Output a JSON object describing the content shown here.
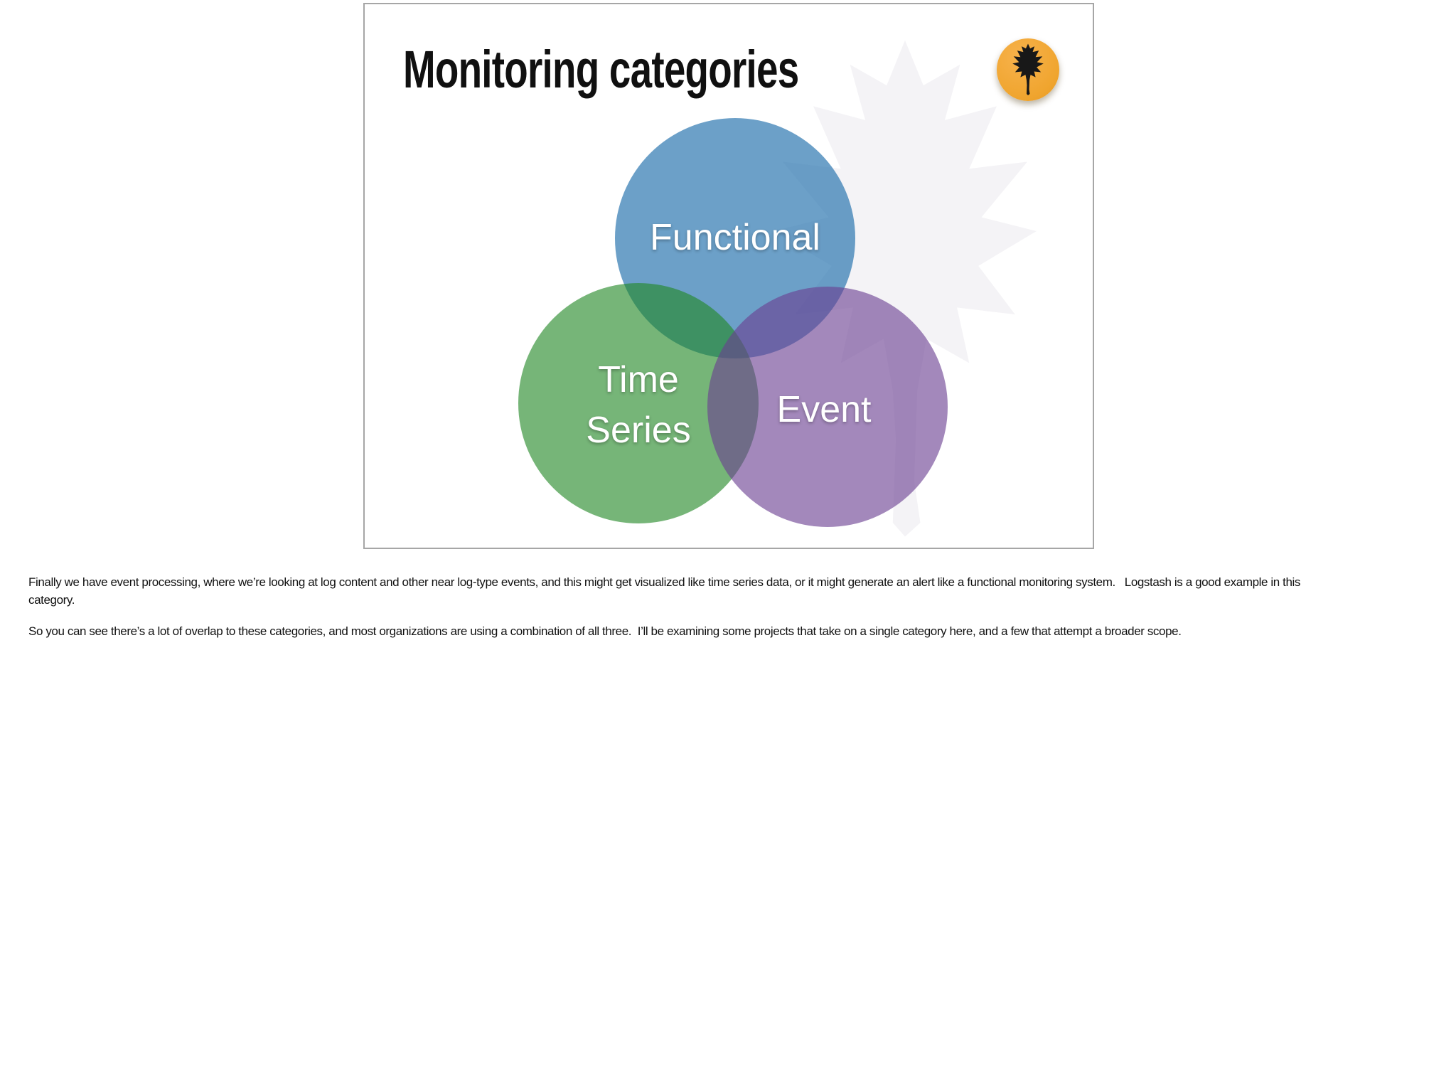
{
  "slide": {
    "title": "Monitoring categories",
    "venn": {
      "circles": [
        {
          "label": "Functional",
          "appearance_color": "#6CA0C8",
          "fill_rgba": "rgba(18,102,166,0.62)"
        },
        {
          "label": "Time Series",
          "lines": [
            "Time",
            "Series"
          ],
          "appearance_color": "#76B577",
          "fill_rgba": "rgba(34,136,37,0.62)"
        },
        {
          "label": "Event",
          "appearance_color": "#A288BB",
          "fill_rgba": "rgba(107,63,145,0.62)"
        }
      ],
      "overlap_colors": {
        "functional_time_series": "#3E9163",
        "functional_event": "#6B64A6",
        "time_series_event": "#6F6A8C"
      }
    },
    "badge": {
      "background_color": "#F2A93B",
      "glyph": "oak-leaf",
      "glyph_color": "#181818"
    },
    "watermark": {
      "glyph": "leaf-silhouette",
      "color": "#f4f3f6"
    }
  },
  "notes": {
    "paragraphs": [
      {
        "lines": [
          "Finally we have event processing, where we’re looking at log content and other near log-type events, and this might get visualized like time series data, or it might generate an alert like a functional monitoring system.   Logstash is a good example in this",
          "category."
        ]
      },
      {
        "lines": [
          "So you can see there’s a lot of overlap to these categories, and most organizations are using a combination of all three.  I’ll be examining some projects that take on a single category here, and a few that attempt a broader scope."
        ]
      }
    ]
  }
}
